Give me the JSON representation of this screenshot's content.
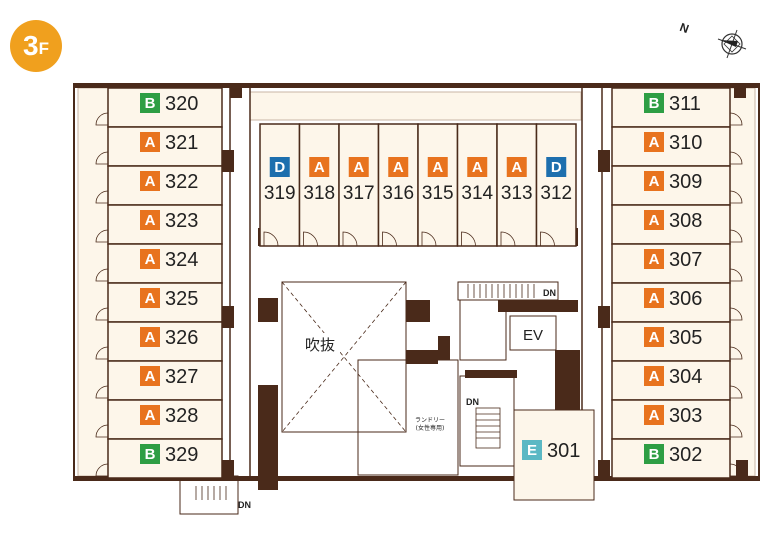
{
  "floor": {
    "number": "3",
    "suffix": "F"
  },
  "compass": {
    "north_label": "N"
  },
  "type_colors": {
    "A": "#e8731e",
    "B": "#2e9e44",
    "D": "#1d6fae",
    "E": "#5bb8c4"
  },
  "rooms_left": [
    {
      "type": "B",
      "number": "320"
    },
    {
      "type": "A",
      "number": "321"
    },
    {
      "type": "A",
      "number": "322"
    },
    {
      "type": "A",
      "number": "323"
    },
    {
      "type": "A",
      "number": "324"
    },
    {
      "type": "A",
      "number": "325"
    },
    {
      "type": "A",
      "number": "326"
    },
    {
      "type": "A",
      "number": "327"
    },
    {
      "type": "A",
      "number": "328"
    },
    {
      "type": "B",
      "number": "329"
    }
  ],
  "rooms_right": [
    {
      "type": "B",
      "number": "311"
    },
    {
      "type": "A",
      "number": "310"
    },
    {
      "type": "A",
      "number": "309"
    },
    {
      "type": "A",
      "number": "308"
    },
    {
      "type": "A",
      "number": "307"
    },
    {
      "type": "A",
      "number": "306"
    },
    {
      "type": "A",
      "number": "305"
    },
    {
      "type": "A",
      "number": "304"
    },
    {
      "type": "A",
      "number": "303"
    },
    {
      "type": "B",
      "number": "302"
    }
  ],
  "rooms_center": [
    {
      "type": "D",
      "number": "319"
    },
    {
      "type": "A",
      "number": "318"
    },
    {
      "type": "A",
      "number": "317"
    },
    {
      "type": "A",
      "number": "316"
    },
    {
      "type": "A",
      "number": "315"
    },
    {
      "type": "A",
      "number": "314"
    },
    {
      "type": "A",
      "number": "313"
    },
    {
      "type": "D",
      "number": "312"
    }
  ],
  "room_301": {
    "type": "E",
    "number": "301"
  },
  "labels": {
    "atrium": "吹抜",
    "elevator": "EV",
    "laundry_line1": "ランドリー",
    "laundry_line2": "(女性専用)",
    "down_stair_top": "DN",
    "down_stair_mid": "DN",
    "down_stair_left": "DN"
  }
}
